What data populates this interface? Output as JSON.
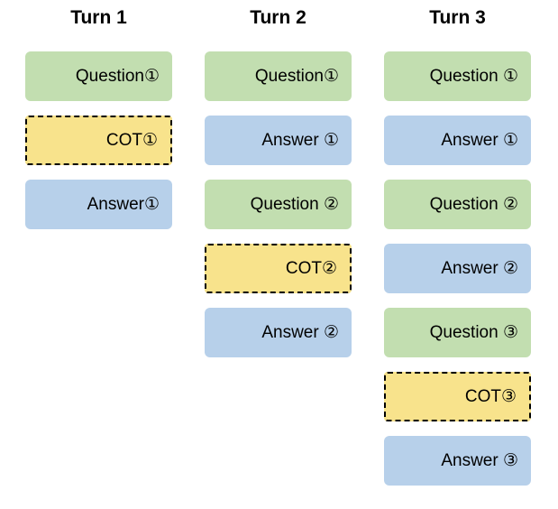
{
  "colors": {
    "question": "#C2DEB0",
    "cot": "#F8E38C",
    "answer": "#B7D0EA",
    "cot_border": "#000000",
    "text": "#000000",
    "background": "#FFFFFF"
  },
  "columns": [
    {
      "title": "Turn 1",
      "boxes": [
        {
          "type": "question",
          "label": "Question①"
        },
        {
          "type": "cot",
          "label": "COT①"
        },
        {
          "type": "answer",
          "label": "Answer①"
        }
      ]
    },
    {
      "title": "Turn 2",
      "boxes": [
        {
          "type": "question",
          "label": "Question①"
        },
        {
          "type": "answer",
          "label": "Answer ①"
        },
        {
          "type": "question",
          "label": "Question ②"
        },
        {
          "type": "cot",
          "label": "COT②"
        },
        {
          "type": "answer",
          "label": "Answer ②"
        }
      ]
    },
    {
      "title": "Turn 3",
      "boxes": [
        {
          "type": "question",
          "label": "Question ①"
        },
        {
          "type": "answer",
          "label": "Answer ①"
        },
        {
          "type": "question",
          "label": "Question ②"
        },
        {
          "type": "answer",
          "label": "Answer ②"
        },
        {
          "type": "question",
          "label": "Question ③"
        },
        {
          "type": "cot",
          "label": "COT③"
        },
        {
          "type": "answer",
          "label": "Answer ③"
        }
      ]
    }
  ]
}
